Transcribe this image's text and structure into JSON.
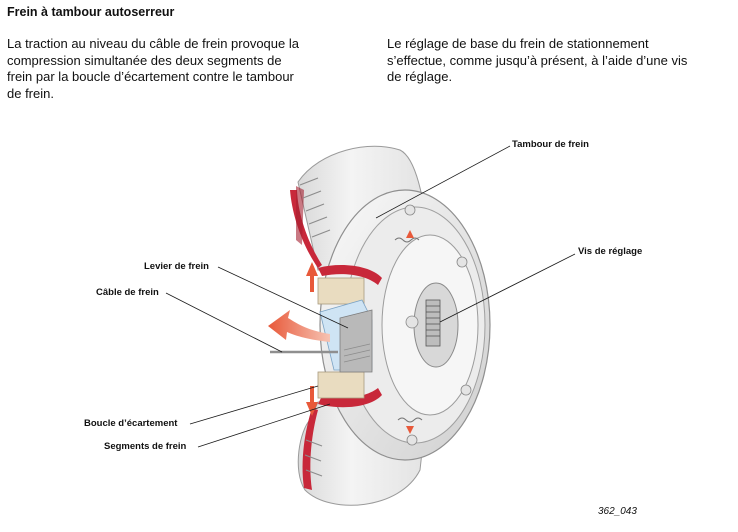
{
  "title": "Frein à tambour autoserreur",
  "paragraphs": {
    "left": "La traction au niveau du câble de frein provoque la\ncompression simultanée des deux segments de\nfrein par la boucle d’écartement contre le tambour\nde frein.",
    "right": "Le réglage de base du frein de stationnement\ns’effectue, comme jusqu’à présent, à l’aide d’une vis\nde réglage."
  },
  "labels": {
    "tambour": "Tambour de frein",
    "vis": "Vis de réglage",
    "levier": "Levier de frein",
    "cable": "Câble de frein",
    "boucle": "Boucle d’écartement",
    "segments": "Segments de frein"
  },
  "figure_id": "362_043",
  "colors": {
    "lining_red": "#c8283a",
    "arrow_orange": "#e8593a",
    "metal_light": "#f1f1f1",
    "metal_shadow": "#b9b9b9",
    "shoe_beige": "#e9dcc0",
    "lever_blue": "#cfe4f4"
  }
}
